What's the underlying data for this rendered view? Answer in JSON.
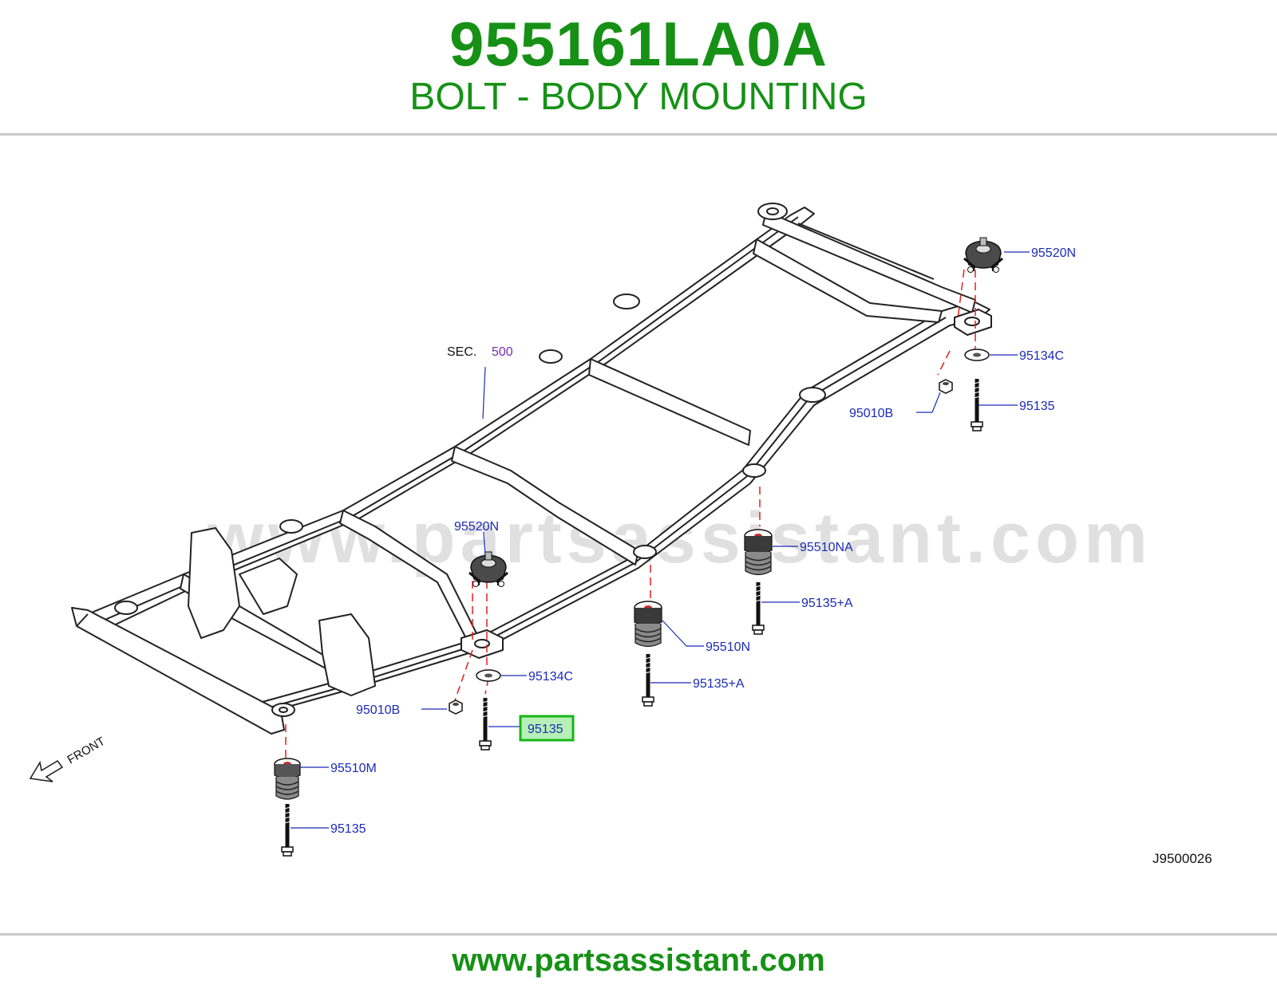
{
  "header": {
    "part_number": "955161LA0A",
    "part_name": "BOLT - BODY MOUNTING"
  },
  "diagram": {
    "section_label": "SEC.",
    "section_number": "500",
    "watermark": "www.partsassistant.com",
    "front_label": "FRONT",
    "figure_code": "J9500026",
    "highlighted_callout": "95135",
    "callouts": {
      "c_95520N_rear": "95520N",
      "c_95134C_rear": "95134C",
      "c_95010B_rear": "95010B",
      "c_95135_rear": "95135",
      "c_95520N_mid": "95520N",
      "c_95510NA": "95510NA",
      "c_95135A_1": "95135+A",
      "c_95510N": "95510N",
      "c_95135A_2": "95135+A",
      "c_95134C_mid": "95134C",
      "c_95010B_mid": "95010B",
      "c_95135_mid": "95135",
      "c_95510M": "95510M",
      "c_95135_front": "95135"
    },
    "colors": {
      "callout": "#1a2bb8",
      "highlight_box": "#17b517",
      "highlight_fill": "#b7f0b7",
      "leader_dash": "#e02020"
    }
  },
  "footer": {
    "url": "www.partsassistant.com"
  }
}
